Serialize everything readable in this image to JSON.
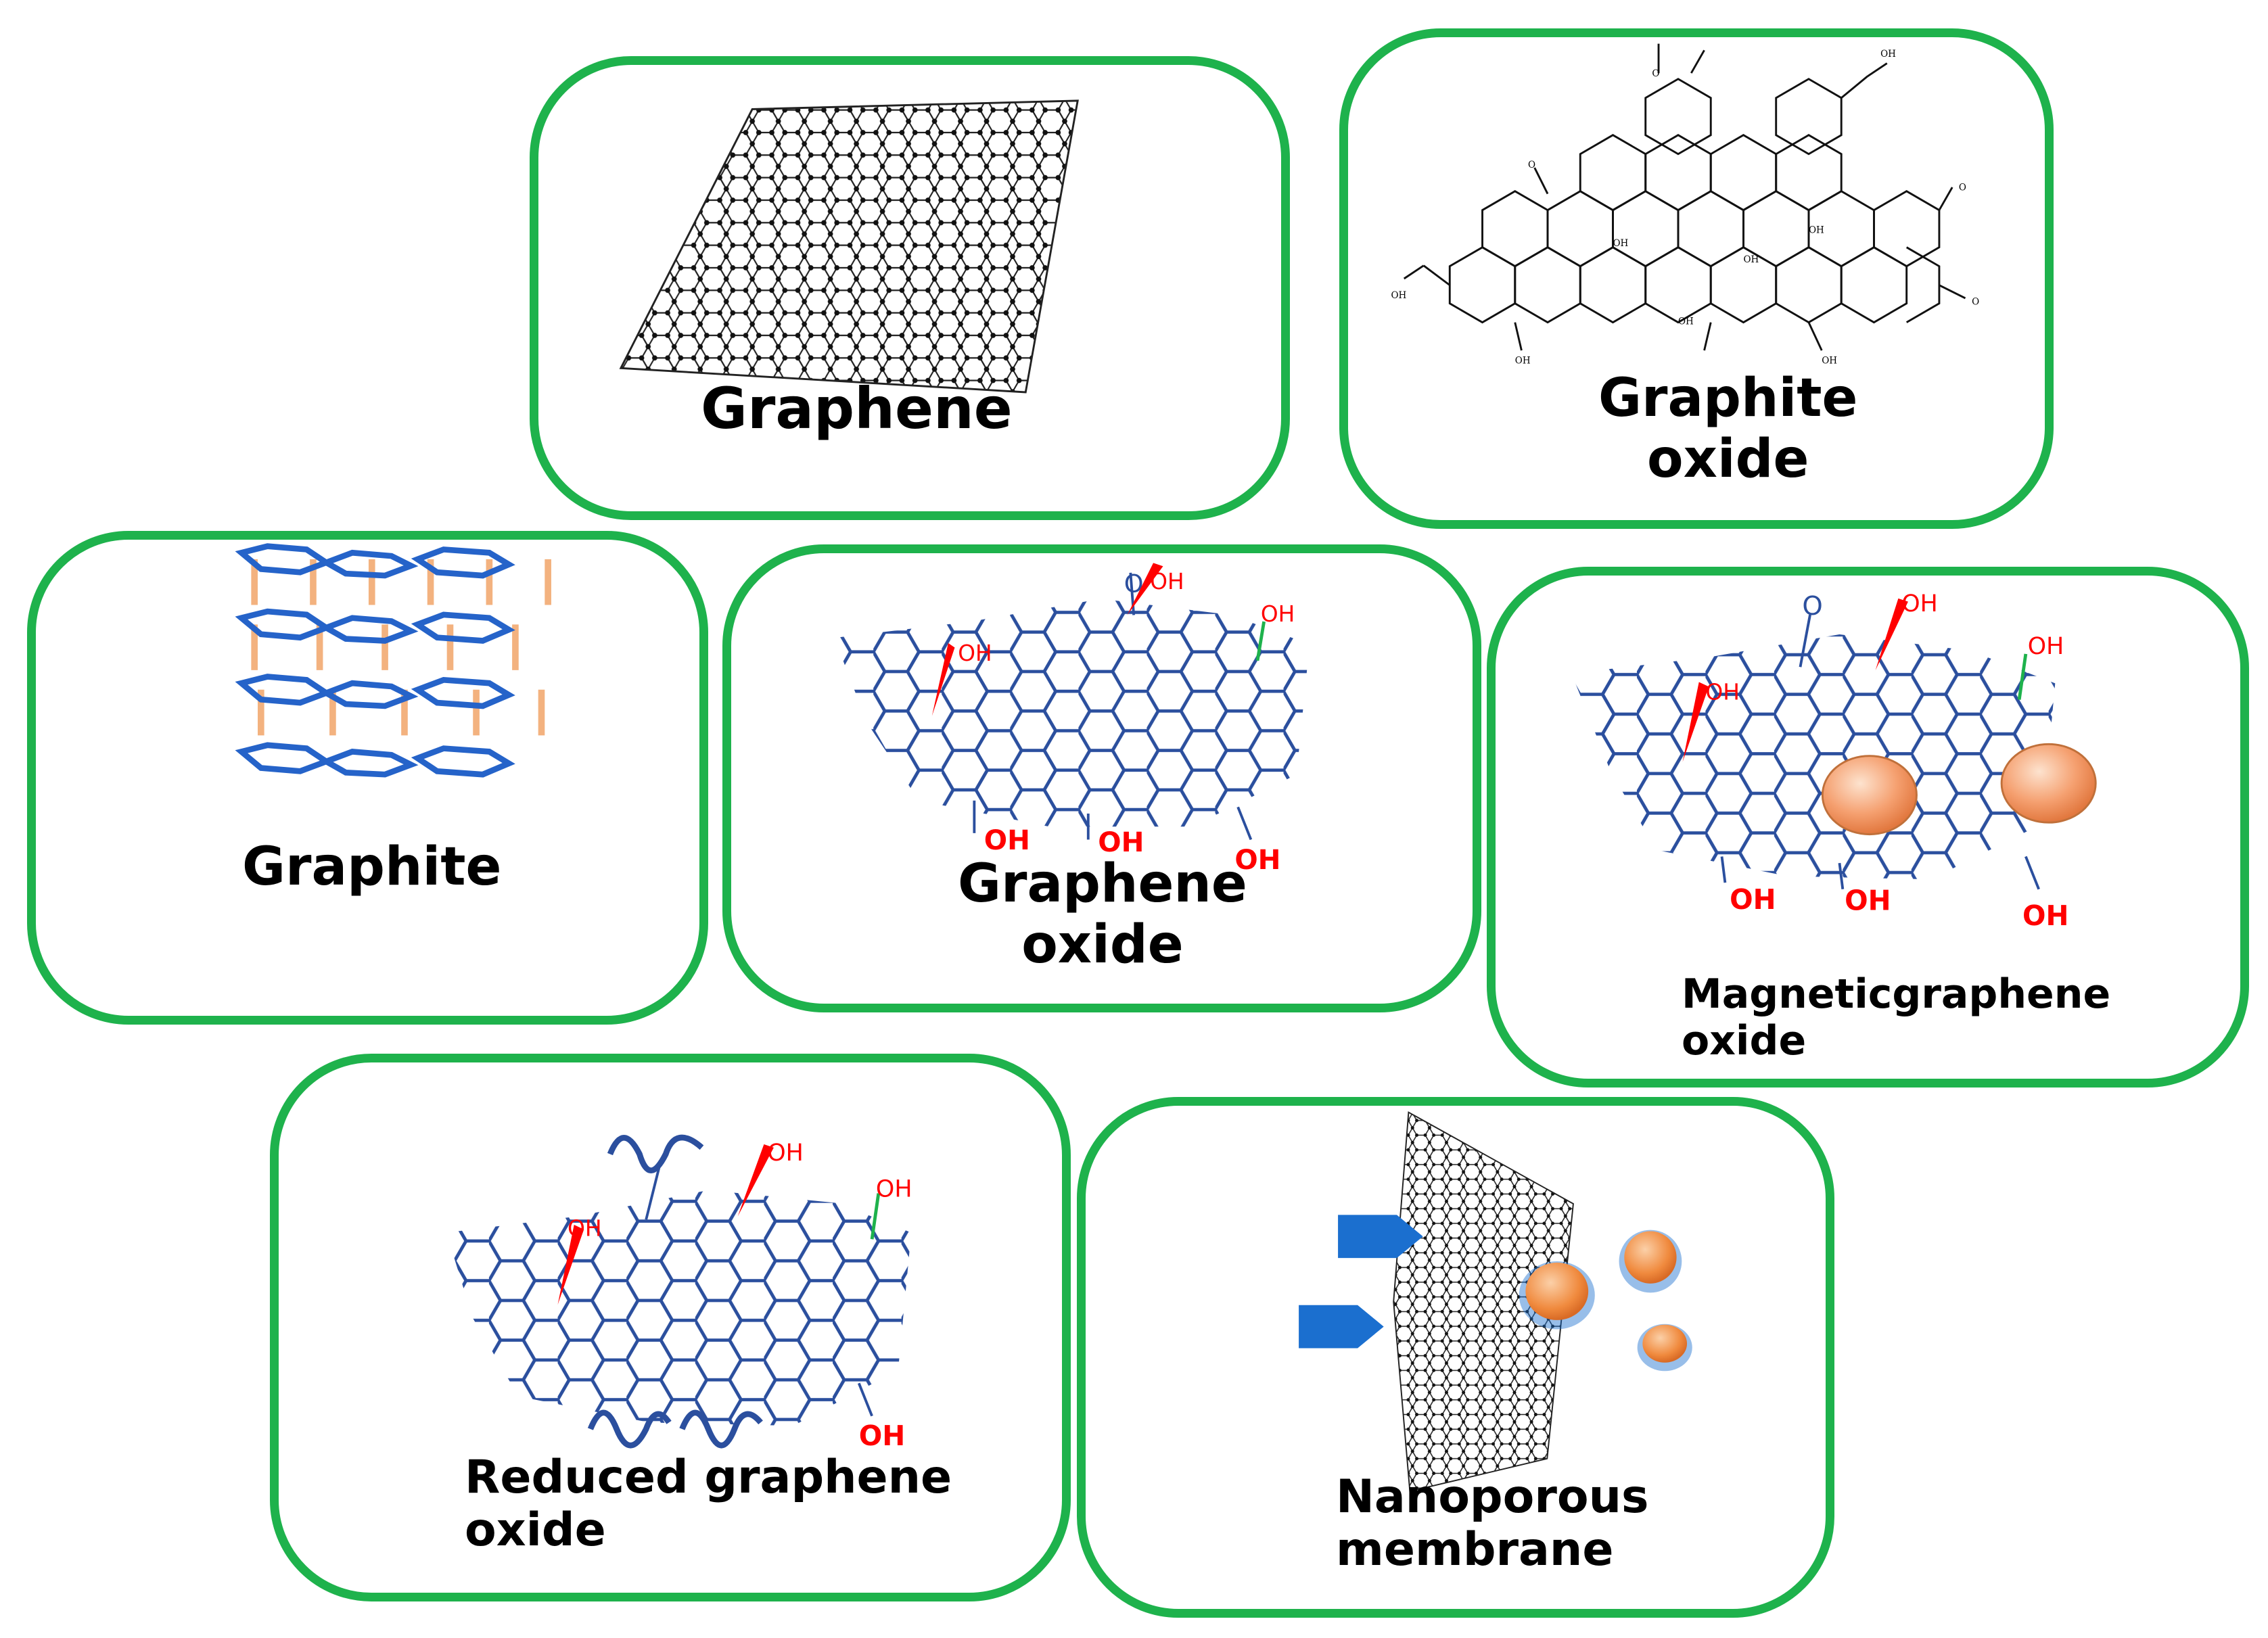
{
  "panels": {
    "graphene": {
      "label": "Graphene"
    },
    "graphite_oxide": {
      "label": "Graphite\noxide",
      "chem_labels": [
        "O",
        "O",
        "O",
        "O",
        "OH",
        "OH",
        "OH",
        "OH",
        "OH",
        "OH",
        "OH",
        "OH"
      ]
    },
    "graphite": {
      "label": "Graphite"
    },
    "graphene_oxide": {
      "label": "Graphene\noxide",
      "oh_labels": [
        "OH",
        "OH",
        "OH",
        "OH",
        "OH",
        "OH"
      ],
      "carbonyl": "O"
    },
    "magnetic_graphene_oxide": {
      "label": "Magneticgraphene\noxide",
      "oh_labels": [
        "OH",
        "OH",
        "OH",
        "OH",
        "OH",
        "OH"
      ],
      "carbonyl": "O"
    },
    "reduced_graphene_oxide": {
      "label": "Reduced graphene\noxide",
      "oh_labels": [
        "OH",
        "OH",
        "OH",
        "OH"
      ]
    },
    "nanoporous_membrane": {
      "label": "Nanoporous\nmembrane"
    }
  },
  "colors": {
    "panel_border": "#1eb24c",
    "lattice_blue": "#2b4f9e",
    "hydroxyl_red": "#ff0000",
    "bond_green": "#1eb24c",
    "particle_orange": "#f5a070",
    "arrow_blue": "#1b6fcf",
    "interlayer_orange": "#f3b27f"
  }
}
